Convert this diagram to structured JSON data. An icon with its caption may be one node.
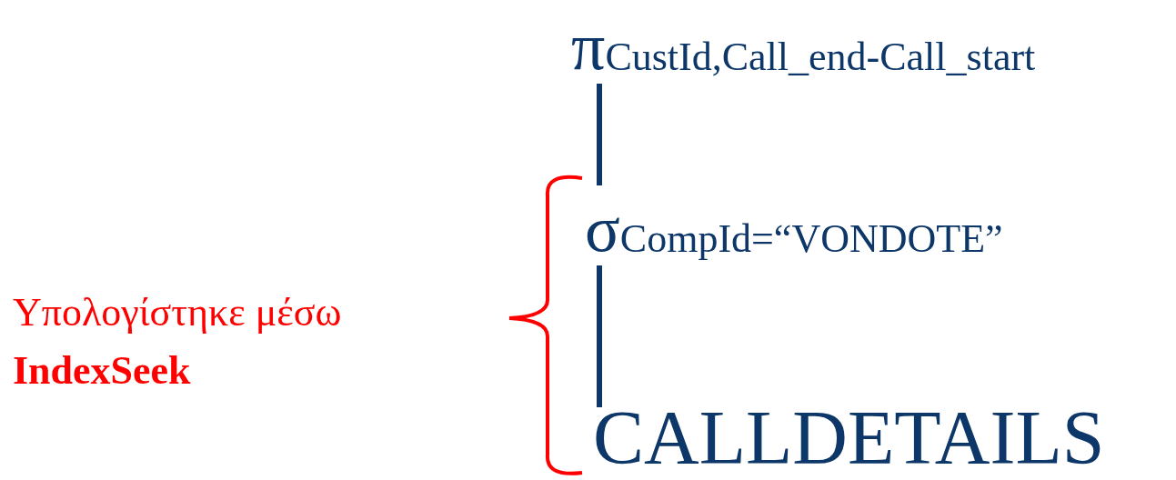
{
  "diagram": {
    "nodes": [
      {
        "text": [
          "π$_{CustId,Call_end-Call_start}$"
        ]
      },
      {
        "text": [
          "σ$_{CompId=“VONDOTE”}$"
        ]
      },
      {
        "text": [
          "CALLDETAILS"
        ]
      }
    ],
    "edges": [
      {
        "from": 0,
        "to": 1,
        "arrow": "none"
      },
      {
        "from": 1,
        "to": 2,
        "arrow": "none"
      }
    ],
    "labels": [
      "Υπολογίστηκε μέσω **IndexSeek**"
    ]
  }
}
